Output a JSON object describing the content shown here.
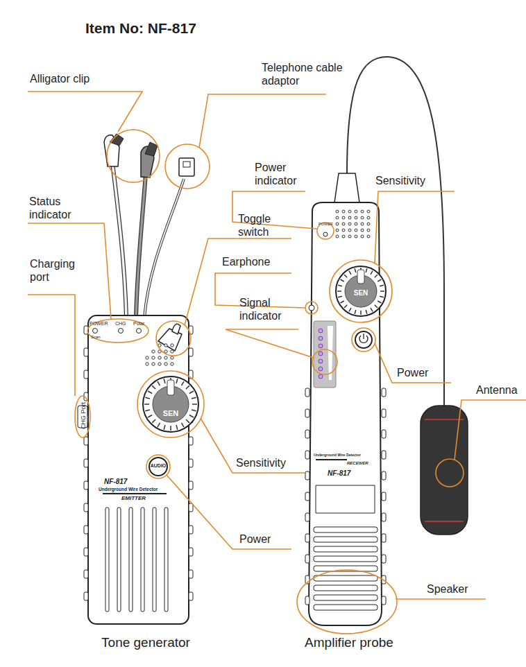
{
  "diagram": {
    "title": "Item No: NF-817",
    "labels": [
      "Alligator clip",
      "Telephone cable adaptor",
      "Status indicator",
      "Charging port",
      "Toggle switch",
      "Power indicator",
      "Sensitivity",
      "Earphone",
      "Signal indicator",
      "Power",
      "Antenna",
      "Sensitivity",
      "Power",
      "Speaker",
      "Tone generator",
      "Amplifier probe",
      "POWER",
      "CHG",
      "Polar",
      "Scan",
      "CHG Port",
      "SEN",
      "AUDIO",
      "NF-817",
      "Underground Wire Detector",
      "EMITTER",
      "POWER",
      "SEN",
      "Underground Wire Detector",
      "RECEIVER",
      "NF-817"
    ]
  }
}
